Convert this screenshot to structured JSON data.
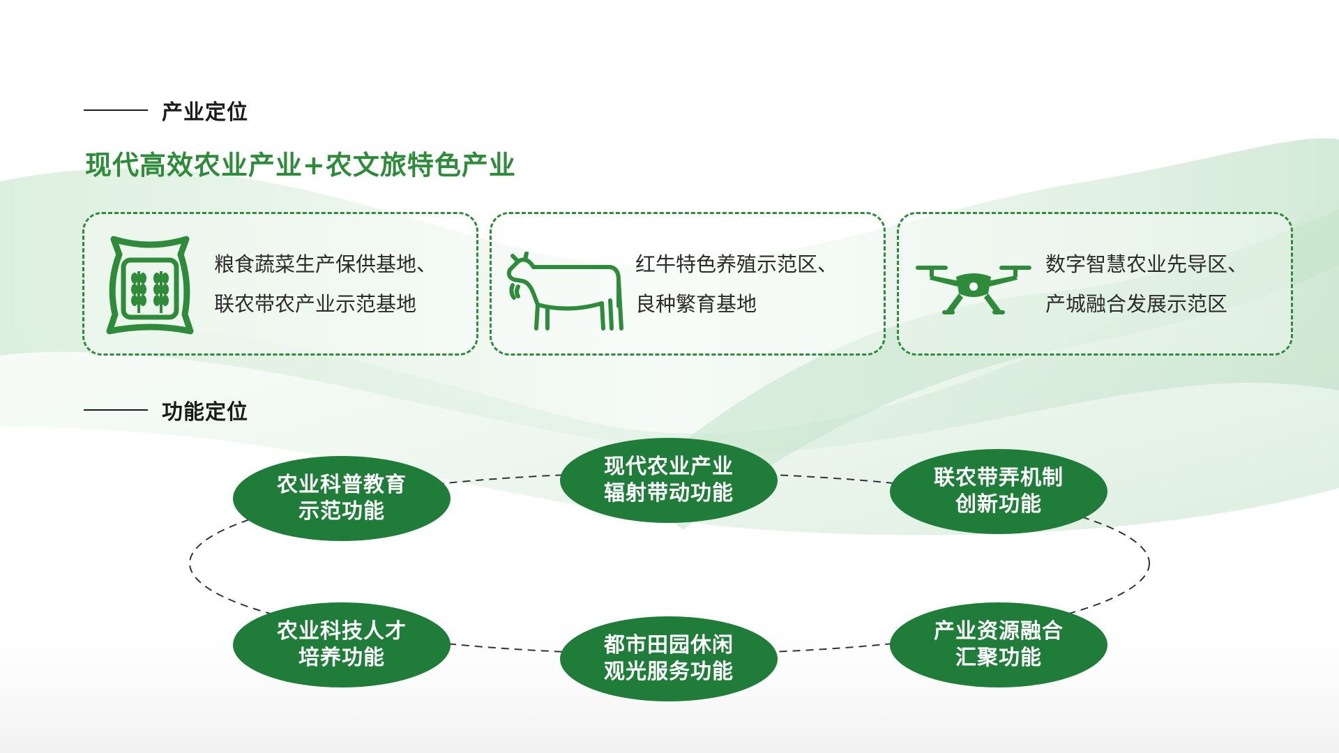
{
  "industry_section": {
    "heading": "产业定位",
    "headline": "现代高效农业产业+农文旅特色产业"
  },
  "cards": [
    {
      "icon": "grain-sack-icon",
      "line1": "粮食蔬菜生产保供基地、",
      "line2": "联农带农产业示范基地"
    },
    {
      "icon": "cow-icon",
      "line1": "红牛特色养殖示范区、",
      "line2": "良种繁育基地"
    },
    {
      "icon": "drone-icon",
      "line1": "数字智慧农业先导区、",
      "line2": "产城融合发展示范区"
    }
  ],
  "function_section": {
    "heading": "功能定位"
  },
  "functions": [
    {
      "line1": "农业科普教育",
      "line2": "示范功能"
    },
    {
      "line1": "现代农业产业",
      "line2": "辐射带动功能"
    },
    {
      "line1": "联农带弄机制",
      "line2": "创新功能"
    },
    {
      "line1": "农业科技人才",
      "line2": "培养功能"
    },
    {
      "line1": "都市田园休闲",
      "line2": "观光服务功能"
    },
    {
      "line1": "产业资源融合",
      "line2": "汇聚功能"
    }
  ],
  "colors": {
    "accent": "#2e8b3a",
    "node_fill": "#1f7d39",
    "text": "#1a1a1a"
  }
}
